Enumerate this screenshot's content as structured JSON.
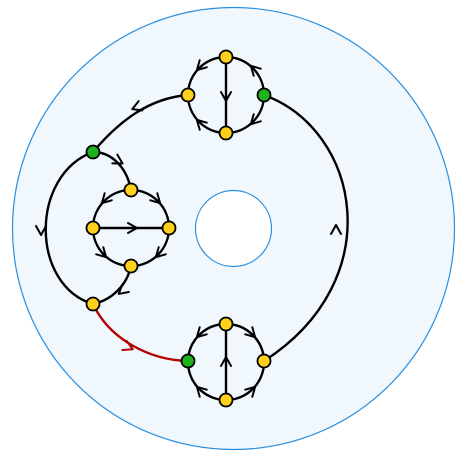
{
  "colors": {
    "annulus_fill": "#f0f8fd",
    "annulus_stroke": "#2a8fe0",
    "hole_fill": "#ffffff",
    "edge": "#000000",
    "highlight_edge": "#b30000",
    "vertex_yellow": "#ffd11a",
    "vertex_green": "#1fb21f",
    "vertex_stroke": "#000000"
  },
  "vertices": [
    {
      "id": "top-top",
      "color": "yellow"
    },
    {
      "id": "top-left",
      "color": "yellow"
    },
    {
      "id": "top-right",
      "color": "green"
    },
    {
      "id": "top-bottom",
      "color": "yellow"
    },
    {
      "id": "left-top",
      "color": "yellow"
    },
    {
      "id": "left-left",
      "color": "yellow"
    },
    {
      "id": "left-right",
      "color": "yellow"
    },
    {
      "id": "left-bottom",
      "color": "yellow"
    },
    {
      "id": "bottom-top",
      "color": "yellow"
    },
    {
      "id": "bottom-left",
      "color": "green"
    },
    {
      "id": "bottom-right",
      "color": "yellow"
    },
    {
      "id": "bottom-bottom",
      "color": "yellow"
    },
    {
      "id": "outer-left-upper",
      "color": "green"
    },
    {
      "id": "outer-left-lower",
      "color": "yellow"
    }
  ],
  "edges": [
    {
      "id": "top-arc-tl",
      "from": "top-top",
      "to": "top-left"
    },
    {
      "id": "top-arc-tr",
      "from": "top-right",
      "to": "top-top"
    },
    {
      "id": "top-arc-bl",
      "from": "top-bottom",
      "to": "top-left"
    },
    {
      "id": "top-arc-br",
      "from": "top-right",
      "to": "top-bottom"
    },
    {
      "id": "top-chord",
      "from": "top-top",
      "to": "top-bottom"
    },
    {
      "id": "left-arc-tl",
      "from": "left-top",
      "to": "left-left"
    },
    {
      "id": "left-arc-tr",
      "from": "left-top",
      "to": "left-right"
    },
    {
      "id": "left-arc-bl",
      "from": "left-left",
      "to": "left-bottom"
    },
    {
      "id": "left-arc-br",
      "from": "left-right",
      "to": "left-bottom"
    },
    {
      "id": "left-chord",
      "from": "left-left",
      "to": "left-right"
    },
    {
      "id": "bottom-arc-tl",
      "from": "bottom-top",
      "to": "bottom-left"
    },
    {
      "id": "bottom-arc-tr",
      "from": "bottom-top",
      "to": "bottom-right"
    },
    {
      "id": "bottom-arc-bl",
      "from": "bottom-bottom",
      "to": "bottom-left"
    },
    {
      "id": "bottom-arc-br",
      "from": "bottom-bottom",
      "to": "bottom-right"
    },
    {
      "id": "bottom-chord",
      "from": "bottom-bottom",
      "to": "bottom-top"
    },
    {
      "id": "outer-top",
      "from": "top-left",
      "to": "outer-left-upper"
    },
    {
      "id": "outer-left",
      "from": "outer-left-upper",
      "to": "outer-left-lower"
    },
    {
      "id": "link-upper",
      "from": "outer-left-upper",
      "to": "left-top"
    },
    {
      "id": "link-lower",
      "from": "left-bottom",
      "to": "outer-left-lower"
    },
    {
      "id": "highlight",
      "from": "outer-left-lower",
      "to": "bottom-left",
      "highlight": true
    },
    {
      "id": "outer-right",
      "from": "bottom-right",
      "to": "top-right"
    }
  ]
}
